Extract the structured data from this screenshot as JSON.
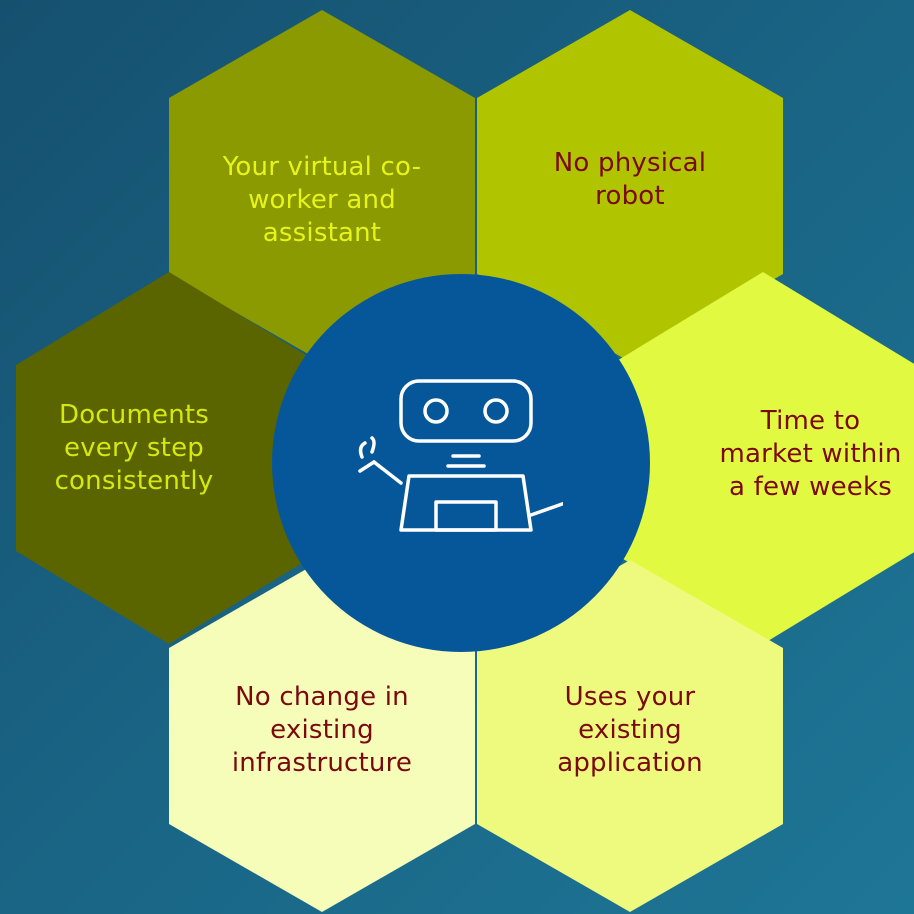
{
  "hexagons": {
    "virtual_coworker": "Your virtual co-\nworker and\nassistant",
    "no_physical_robot": "No physical\nrobot",
    "documents": "Documents\nevery step\nconsistently",
    "time_to_market": "Time to\nmarket within\na few weeks",
    "no_change": "No change in\nexisting\ninfrastructure",
    "uses_application": "Uses your\nexisting\napplication"
  },
  "center": {
    "icon": "robot-icon"
  },
  "colors": {
    "background": "#16506f",
    "hex_olive": "#8a9a00",
    "hex_lime": "#b0c400",
    "hex_dark_olive": "#5a6500",
    "hex_yellow": "#e2f941",
    "hex_pale": "#f5fdb8",
    "hex_light_yellow": "#eefa7e",
    "circle": "#06579a",
    "text_maroon": "#7a0a10",
    "text_yellow": "#e6f41c"
  }
}
